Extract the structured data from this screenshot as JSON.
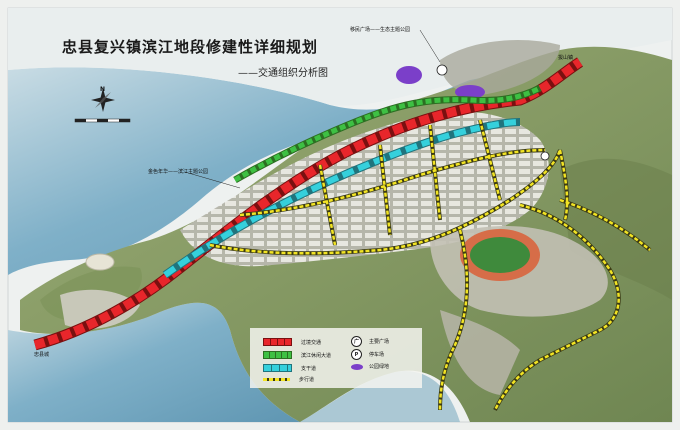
{
  "title": "忠县复兴镇滨江地段修建性详细规划",
  "subtitle": "——交通组织分析图",
  "north_arrow": {
    "label": "N",
    "icon": "north-arrow-icon"
  },
  "scale_bar": {
    "icon": "scale-bar-icon"
  },
  "annotations": {
    "northeast_exit": "拔山镇",
    "square_park": "移民广场——生态主题公园",
    "waterfront_park": "金色年华——滨江主题公园",
    "southwest_exit": "忠县城"
  },
  "legend": {
    "items": [
      {
        "label": "过境交通",
        "color": "#e8262b",
        "style": "dashed-thick",
        "icon": "transit-road-legend"
      },
      {
        "label": "主要广场",
        "symbol": "广",
        "icon": "plaza-legend"
      },
      {
        "label": "滨江休闲大道",
        "color": "#2eb83a",
        "style": "dashed-thick",
        "icon": "promenade-legend"
      },
      {
        "label": "停车场",
        "symbol": "P",
        "icon": "parking-legend"
      },
      {
        "label": "支干道",
        "color": "#35c8d6",
        "style": "dashed-thick",
        "icon": "secondary-road-legend"
      },
      {
        "label": "公园绿地",
        "color": "#7b3fc9",
        "style": "oval",
        "icon": "park-legend"
      },
      {
        "label": "步行道",
        "color": "#f0e020",
        "style": "dashed-thin",
        "icon": "pedestrian-path-legend"
      }
    ]
  },
  "colors": {
    "transit_road": "#e8262b",
    "promenade": "#2eb83a",
    "secondary_road": "#35c8d6",
    "pedestrian": "#f0e020",
    "park": "#7b3fc9",
    "river": "#7fb3cd",
    "land": "#8fa06b"
  }
}
